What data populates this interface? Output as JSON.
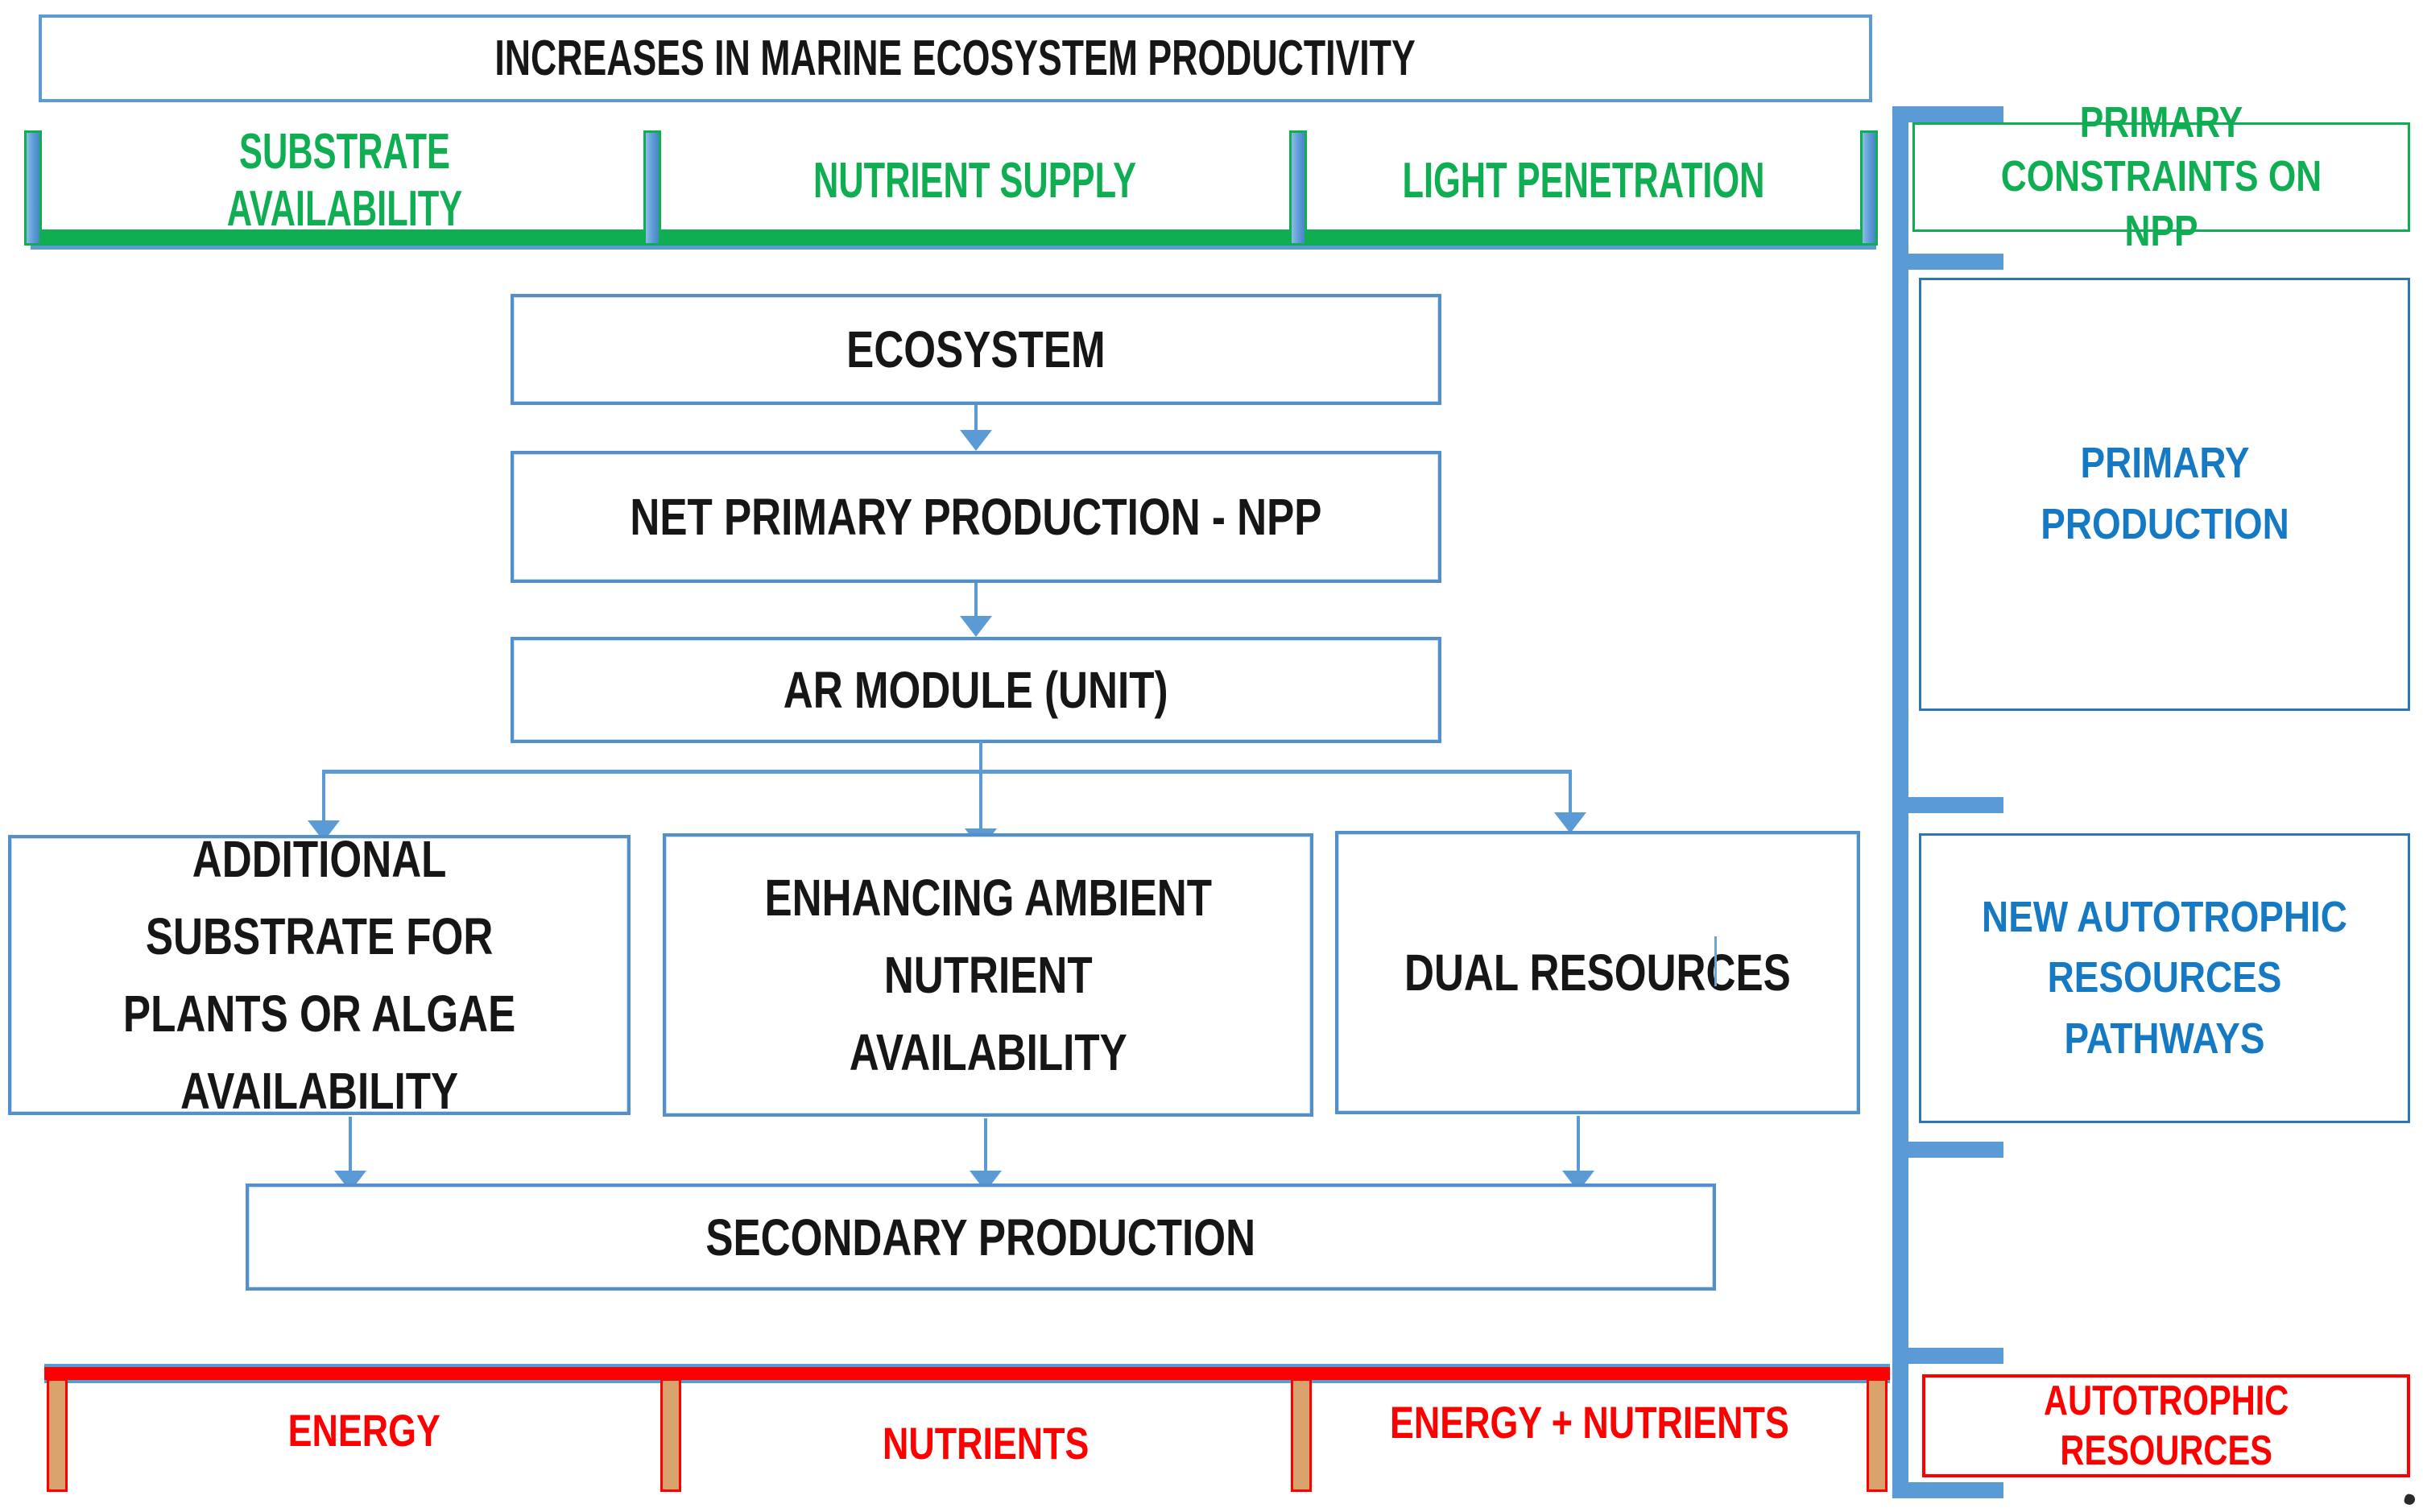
{
  "title": "INCREASES IN MARINE ECOSYSTEM PRODUCTIVITY",
  "constraints": {
    "items": [
      "SUBSTRATE AVAILABILITY",
      "NUTRIENT SUPPLY",
      "LIGHT PENETRATION"
    ]
  },
  "flow": {
    "ecosystem": "ECOSYSTEM",
    "npp": "NET PRIMARY PRODUCTION - NPP",
    "ar_module": "AR MODULE (UNIT)",
    "additional_substrate": "ADDITIONAL\nSUBSTRATE FOR\nPLANTS OR ALGAE\nAVAILABILITY",
    "enhancing_nutrient": "ENHANCING AMBIENT\nNUTRIENT\nAVAILABILITY",
    "dual_resources": "DUAL RESOURCES",
    "secondary_production": "SECONDARY PRODUCTION"
  },
  "resources": {
    "items": [
      "ENERGY",
      "NUTRIENTS",
      "ENERGY + NUTRIENTS"
    ]
  },
  "sidebar": {
    "primary_constraints": "PRIMARY\nCONSTRAINTS ON NPP",
    "primary_production": "PRIMARY\nPRODUCTION",
    "new_autotrophic": "NEW AUTOTROPHIC\nRESOURCES\nPATHWAYS",
    "autotrophic_resources": "AUTOTROPHIC\nRESOURCES"
  },
  "colors": {
    "steel_blue": "#5b9bd5",
    "box_border_blue": "#5390c9",
    "sidebar_border_blue": "#2e75b6",
    "blue_text": "#1579c4",
    "green": "#10ae52",
    "red": "#fe0000",
    "divider_tan": "#d9a36e",
    "black_text": "#161616"
  }
}
